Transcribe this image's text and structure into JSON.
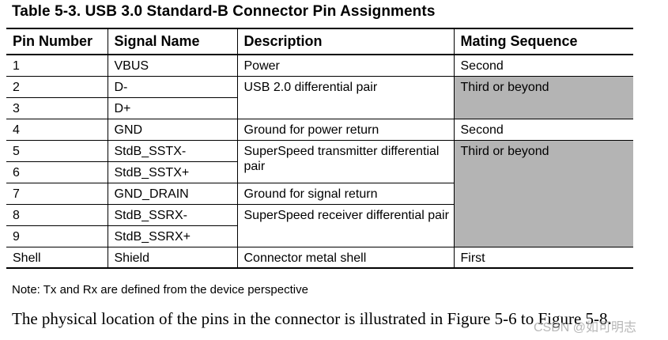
{
  "title": "Table 5-3.   USB 3.0 Standard-B Connector Pin Assignments",
  "headers": [
    "Pin Number",
    "Signal Name",
    "Description",
    "Mating Sequence"
  ],
  "rows": [
    {
      "pin": "1",
      "signal": "VBUS",
      "description": "Power",
      "mating": "Second"
    },
    {
      "pin": "2",
      "signal": "D-",
      "description": "USB 2.0 differential pair",
      "mating": "Third or beyond"
    },
    {
      "pin": "3",
      "signal": "D+"
    },
    {
      "pin": "4",
      "signal": "GND",
      "description": "Ground for power return",
      "mating": "Second"
    },
    {
      "pin": "5",
      "signal": "StdB_SSTX-",
      "description": "SuperSpeed transmitter differential pair",
      "mating": "Third or beyond"
    },
    {
      "pin": "6",
      "signal": "StdB_SSTX+"
    },
    {
      "pin": "7",
      "signal": "GND_DRAIN",
      "description": "Ground for signal return"
    },
    {
      "pin": "8",
      "signal": "StdB_SSRX-",
      "description": "SuperSpeed receiver differential pair"
    },
    {
      "pin": "9",
      "signal": "StdB_SSRX+"
    },
    {
      "pin": "Shell",
      "signal": "Shield",
      "description": "Connector metal shell",
      "mating": "First"
    }
  ],
  "shaded_color": "#b4b4b4",
  "note": "Note:  Tx and Rx are defined from the device perspective",
  "body_text": "The physical location of the pins in the connector is illustrated in Figure 5-6 to Figure 5-8.",
  "watermark": "CSDN @如可明志"
}
